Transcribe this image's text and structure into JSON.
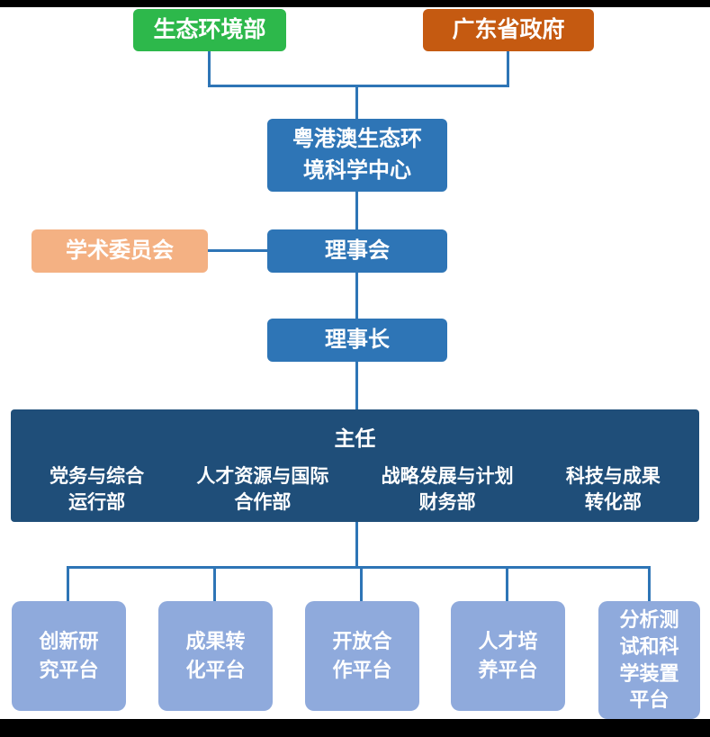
{
  "colors": {
    "green": "#2db84b",
    "orange": "#c55a11",
    "blue": "#2e75b6",
    "peach": "#f4b183",
    "dark_blue": "#1f4e79",
    "light_blue": "#8faadc",
    "connector": "#2e75b6",
    "frame": "#000000",
    "text": "#ffffff"
  },
  "org": {
    "top": {
      "ministry": "生态环境部",
      "government": "广东省政府"
    },
    "center": "粤港澳生态环\n境科学中心",
    "academic_committee": "学术委员会",
    "council": "理事会",
    "chairman": "理事长",
    "director": "主任",
    "departments": [
      "党务与综合\n运行部",
      "人才资源与国际\n合作部",
      "战略发展与计划\n财务部",
      "科技与成果\n转化部"
    ],
    "platforms": [
      "创新研\n究平台",
      "成果转\n化平台",
      "开放合\n作平台",
      "人才培\n养平台",
      "分析测\n试和科\n学装置\n平台"
    ]
  }
}
